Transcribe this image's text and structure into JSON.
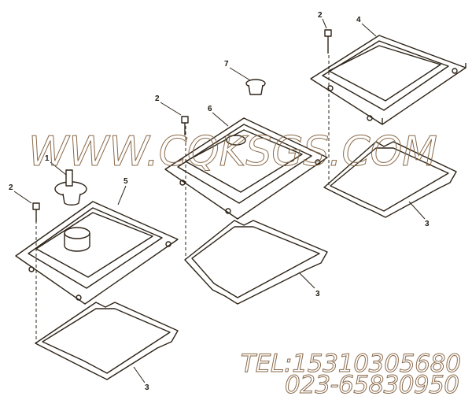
{
  "callouts": {
    "c2a": "2",
    "c4": "4",
    "c7": "7",
    "c2b": "2",
    "c6": "6",
    "c1": "1",
    "c2c": "2",
    "c5": "5",
    "c3a": "3",
    "c3b": "3",
    "c3c": "3"
  },
  "watermark": {
    "site": "WWW.CQKSGS.COM",
    "tel": "TEL:15310305680",
    "phone": "023-65830950"
  },
  "colors": {
    "line": "#2e2418",
    "watermark": "#8a6a4a"
  }
}
